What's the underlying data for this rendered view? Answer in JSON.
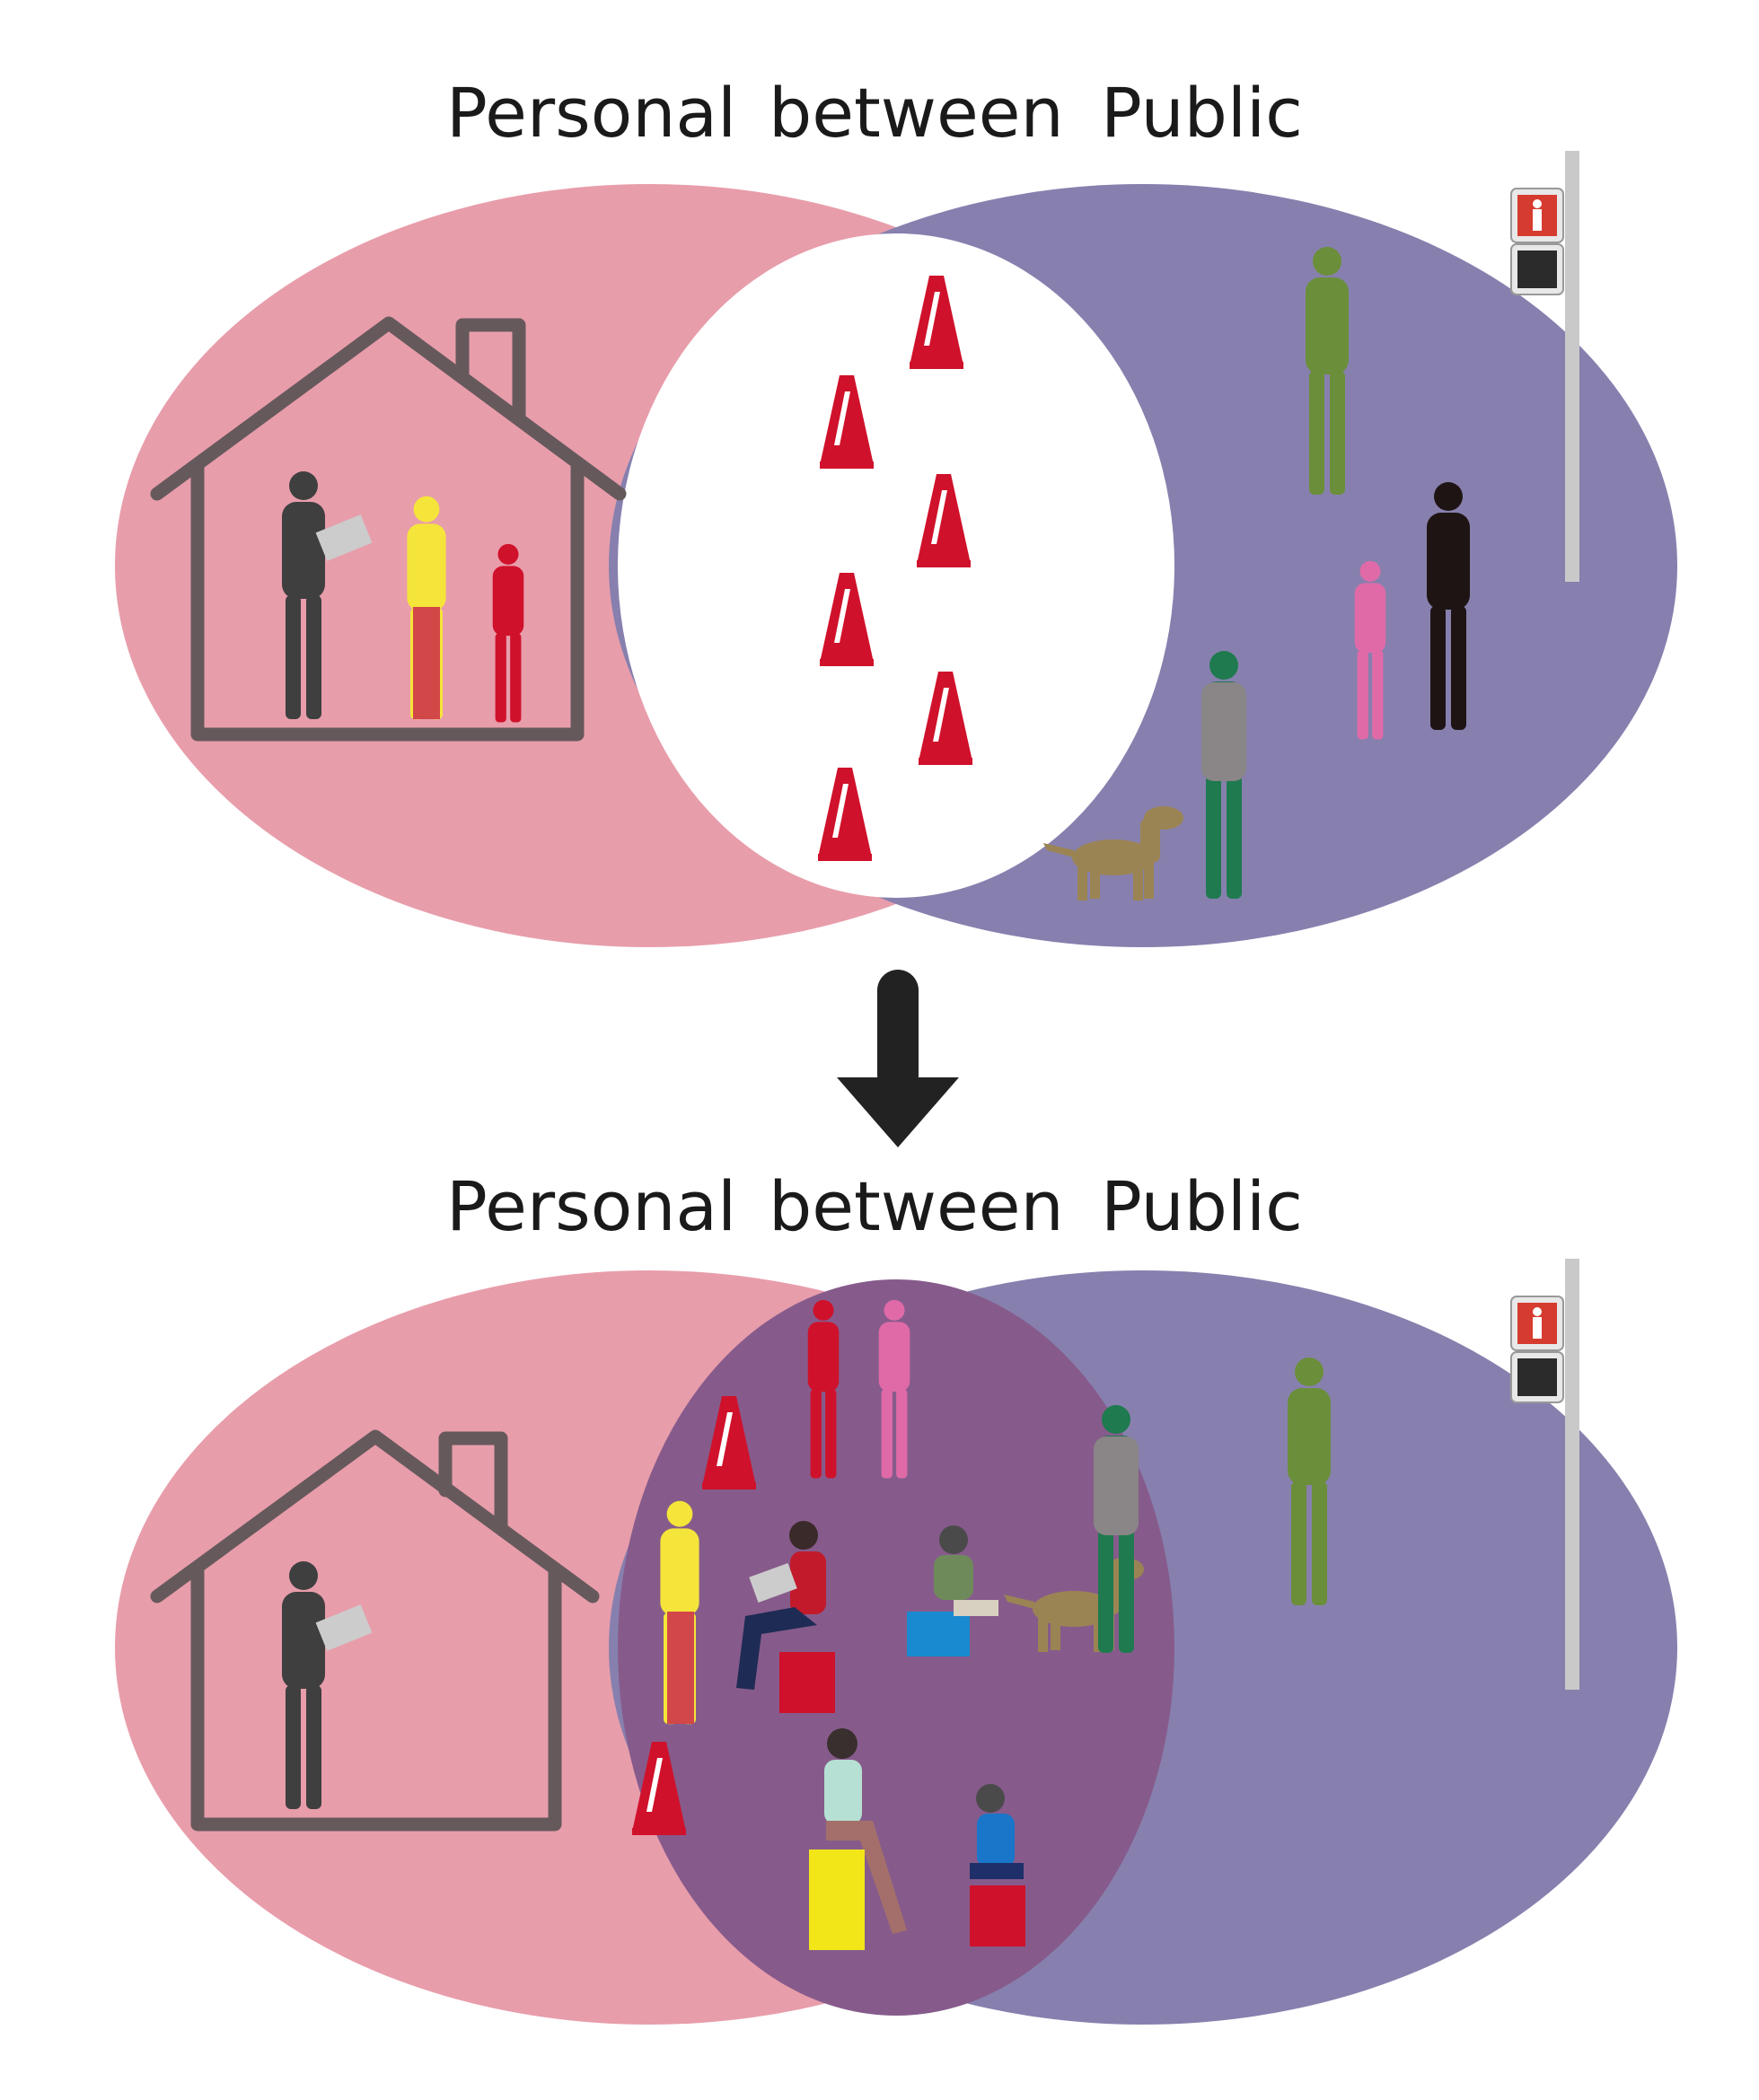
{
  "panels": [
    {
      "labels": {
        "personal": "Personal",
        "between": "between",
        "public": "Public"
      },
      "state": "separate"
    },
    {
      "labels": {
        "personal": "Personal",
        "between": "between",
        "public": "Public"
      },
      "state": "overlapping"
    }
  ],
  "colors": {
    "personal": "#e89dab",
    "public": "#8780ae",
    "overlap": "#865b8b",
    "house": "#66595c",
    "cone": "#d0112b",
    "arrow": "#222222"
  },
  "icons": [
    "house-icon",
    "traffic-cone-icon",
    "pedestrian-signal-icon",
    "person-icon",
    "dog-icon",
    "down-arrow-icon"
  ]
}
